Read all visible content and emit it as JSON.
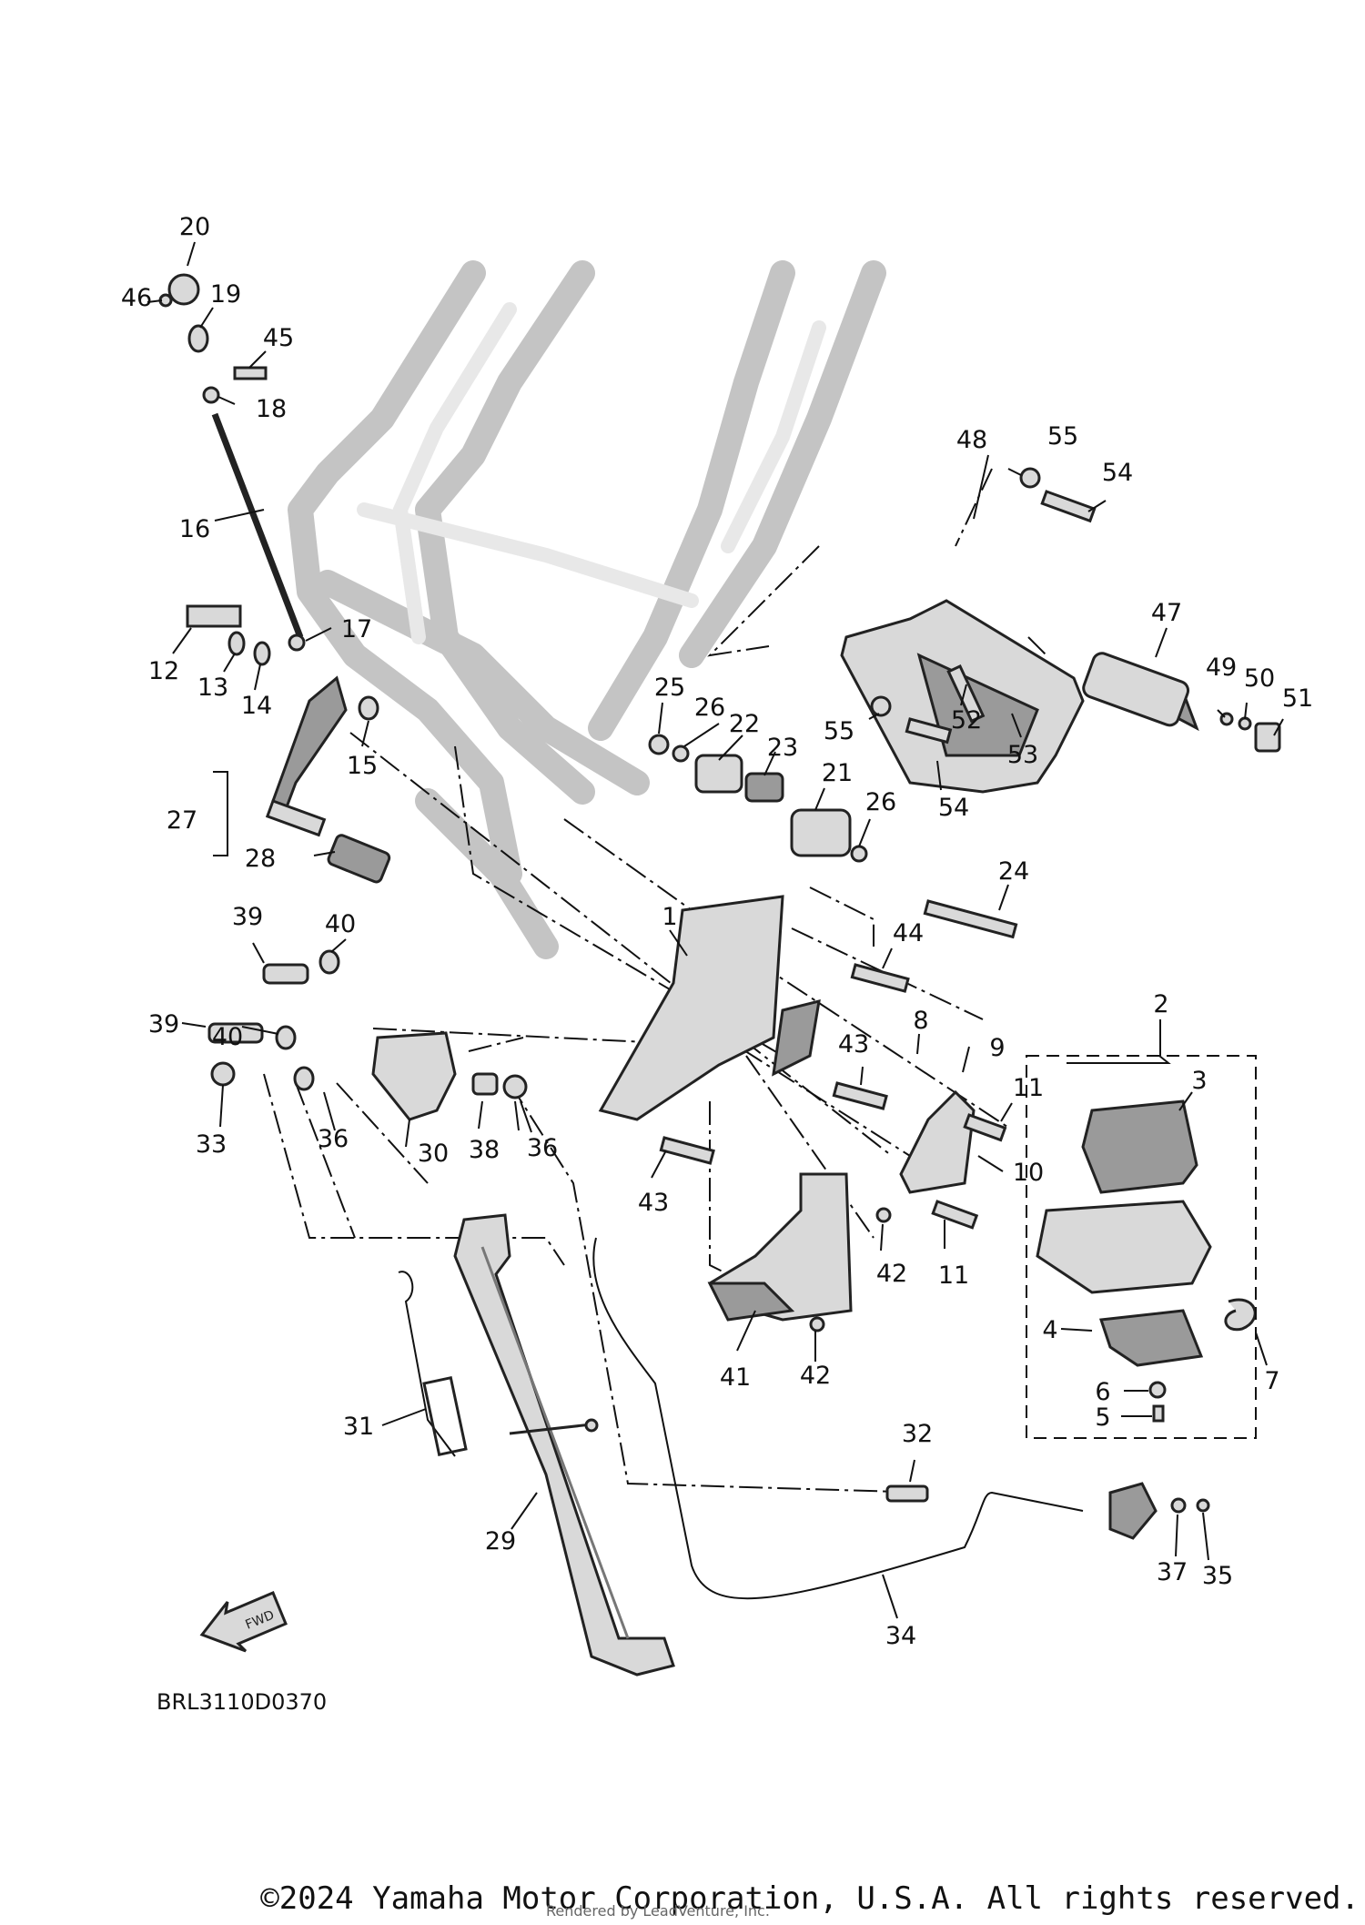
{
  "diagram": {
    "code": "BRL3110D0370",
    "arrow_label": "FWD",
    "callouts": [
      {
        "id": "1"
      },
      {
        "id": "2"
      },
      {
        "id": "3"
      },
      {
        "id": "4"
      },
      {
        "id": "5"
      },
      {
        "id": "6"
      },
      {
        "id": "7"
      },
      {
        "id": "8"
      },
      {
        "id": "9"
      },
      {
        "id": "10"
      },
      {
        "id": "11"
      },
      {
        "id": "11"
      },
      {
        "id": "12"
      },
      {
        "id": "13"
      },
      {
        "id": "14"
      },
      {
        "id": "15"
      },
      {
        "id": "16"
      },
      {
        "id": "17"
      },
      {
        "id": "18"
      },
      {
        "id": "19"
      },
      {
        "id": "20"
      },
      {
        "id": "21"
      },
      {
        "id": "22"
      },
      {
        "id": "23"
      },
      {
        "id": "24"
      },
      {
        "id": "25"
      },
      {
        "id": "26"
      },
      {
        "id": "26"
      },
      {
        "id": "27"
      },
      {
        "id": "28"
      },
      {
        "id": "29"
      },
      {
        "id": "30"
      },
      {
        "id": "31"
      },
      {
        "id": "32"
      },
      {
        "id": "33"
      },
      {
        "id": "34"
      },
      {
        "id": "35"
      },
      {
        "id": "36"
      },
      {
        "id": "36"
      },
      {
        "id": "37"
      },
      {
        "id": "38"
      },
      {
        "id": "39"
      },
      {
        "id": "39"
      },
      {
        "id": "40"
      },
      {
        "id": "40"
      },
      {
        "id": "41"
      },
      {
        "id": "42"
      },
      {
        "id": "42"
      },
      {
        "id": "43"
      },
      {
        "id": "43"
      },
      {
        "id": "44"
      },
      {
        "id": "45"
      },
      {
        "id": "46"
      },
      {
        "id": "47"
      },
      {
        "id": "48"
      },
      {
        "id": "49"
      },
      {
        "id": "50"
      },
      {
        "id": "51"
      },
      {
        "id": "52"
      },
      {
        "id": "53"
      },
      {
        "id": "54"
      },
      {
        "id": "54"
      },
      {
        "id": "55"
      },
      {
        "id": "55"
      }
    ]
  },
  "footer": {
    "copyright": "©2024 Yamaha Motor Corporation, U.S.A. All rights reserved.",
    "credit": "Rendered by LeadVenture, Inc."
  }
}
